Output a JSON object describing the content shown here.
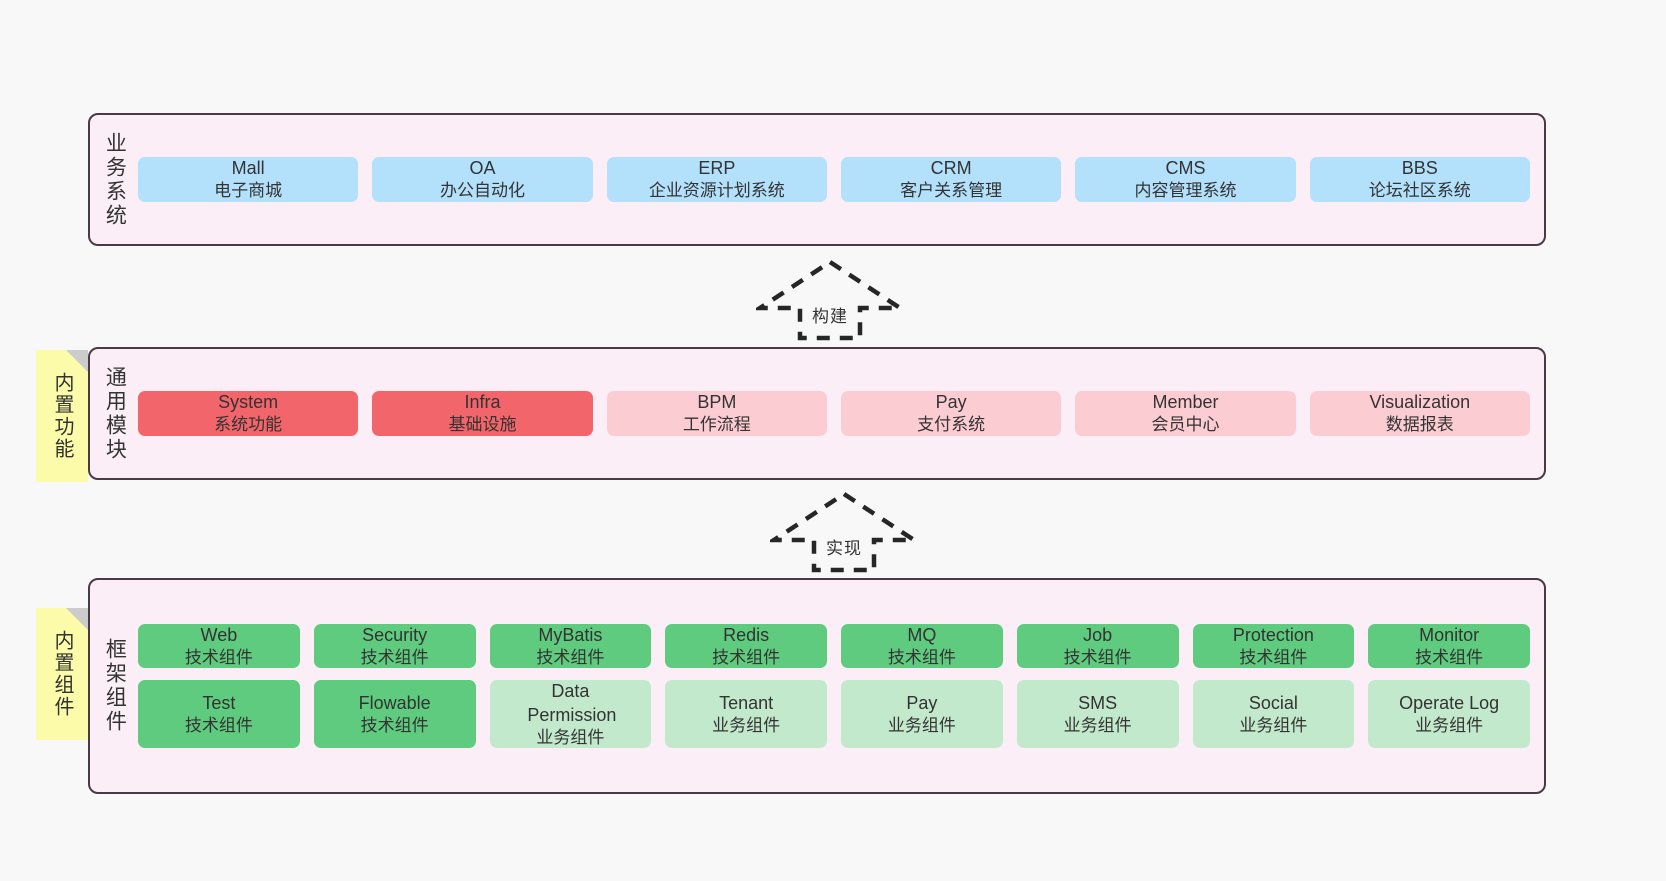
{
  "diagram": {
    "title": "",
    "colors": {
      "canvas_bg": "#f8f8f8",
      "layer_bg": "#fbeef6",
      "layer_border": "#4a3a45",
      "note_bg": "#fbfbaa",
      "note_fold": "#cccccc",
      "business_cell": "#b3e0fb",
      "module_core_cell": "#f2656a",
      "module_cell": "#fcccd3",
      "tech_cell": "#5fcb7e",
      "biz_component_cell": "#c3e9cd",
      "text": "#333333"
    }
  },
  "layers": {
    "business": {
      "label": "业务系统",
      "cells": [
        {
          "t1": "Mall",
          "t2": "电子商城"
        },
        {
          "t1": "OA",
          "t2": "办公自动化"
        },
        {
          "t1": "ERP",
          "t2": "企业资源计划系统"
        },
        {
          "t1": "CRM",
          "t2": "客户关系管理"
        },
        {
          "t1": "CMS",
          "t2": "内容管理系统"
        },
        {
          "t1": "BBS",
          "t2": "论坛社区系统"
        }
      ]
    },
    "common": {
      "label": "通用模块",
      "note": "内置功能",
      "cells": [
        {
          "t1": "System",
          "t2": "系统功能",
          "style": "c-red"
        },
        {
          "t1": "Infra",
          "t2": "基础设施",
          "style": "c-red"
        },
        {
          "t1": "BPM",
          "t2": "工作流程",
          "style": "c-pink"
        },
        {
          "t1": "Pay",
          "t2": "支付系统",
          "style": "c-pink"
        },
        {
          "t1": "Member",
          "t2": "会员中心",
          "style": "c-pink"
        },
        {
          "t1": "Visualization",
          "t2": "数据报表",
          "style": "c-pink"
        }
      ]
    },
    "framework": {
      "label": "框架组件",
      "note": "内置组件",
      "row1": [
        {
          "t1": "Web",
          "t2": "技术组件"
        },
        {
          "t1": "Security",
          "t2": "技术组件"
        },
        {
          "t1": "MyBatis",
          "t2": "技术组件"
        },
        {
          "t1": "Redis",
          "t2": "技术组件"
        },
        {
          "t1": "MQ",
          "t2": "技术组件"
        },
        {
          "t1": "Job",
          "t2": "技术组件"
        },
        {
          "t1": "Protection",
          "t2": "技术组件"
        },
        {
          "t1": "Monitor",
          "t2": "技术组件"
        }
      ],
      "row2": [
        {
          "t1": "Test",
          "t2": "技术组件",
          "style": "c-green"
        },
        {
          "t1": "Flowable",
          "t2": "技术组件",
          "style": "c-green"
        },
        {
          "t1": "Data Permission",
          "t2": "业务组件",
          "style": "c-lightgreen"
        },
        {
          "t1": "Tenant",
          "t2": "业务组件",
          "style": "c-lightgreen"
        },
        {
          "t1": "Pay",
          "t2": "业务组件",
          "style": "c-lightgreen"
        },
        {
          "t1": "SMS",
          "t2": "业务组件",
          "style": "c-lightgreen"
        },
        {
          "t1": "Social",
          "t2": "业务组件",
          "style": "c-lightgreen"
        },
        {
          "t1": "Operate Log",
          "t2": "业务组件",
          "style": "c-lightgreen"
        }
      ]
    }
  },
  "connectors": {
    "build": {
      "label": "构建"
    },
    "implement": {
      "label": "实现"
    }
  }
}
